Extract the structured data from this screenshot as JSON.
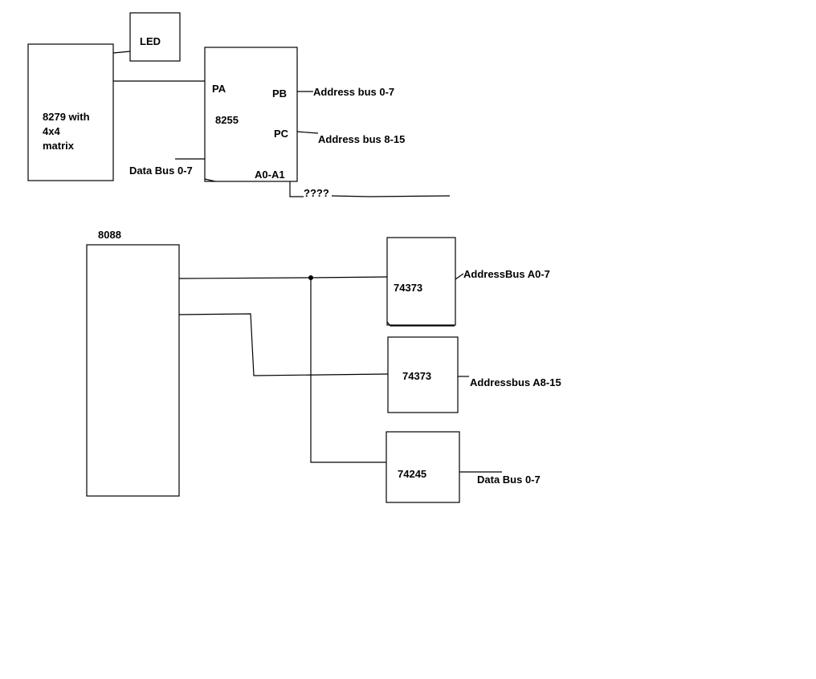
{
  "components": {
    "led": {
      "label": "LED"
    },
    "keyboard": {
      "label_line1": "8279 with",
      "label_line2": "4x4",
      "label_line3": "matrix"
    },
    "ppi": {
      "label": "8255",
      "port_a": "PA",
      "port_b": "PB",
      "port_c": "PC",
      "addr_pins": "A0-A1"
    },
    "cpu": {
      "label": "8088"
    },
    "latch_low": {
      "label": "74373"
    },
    "latch_high": {
      "label": "74373"
    },
    "transceiver": {
      "label": "74245"
    }
  },
  "signals": {
    "ppi_port_b": "Address bus 0-7",
    "ppi_port_c": "Address bus 8-15",
    "ppi_data": "Data Bus 0-7",
    "ppi_unknown": "????",
    "latch_low_out": "AddressBus A0-7",
    "latch_high_out": "Addressbus A8-15",
    "transceiver_out": "Data Bus 0-7"
  }
}
